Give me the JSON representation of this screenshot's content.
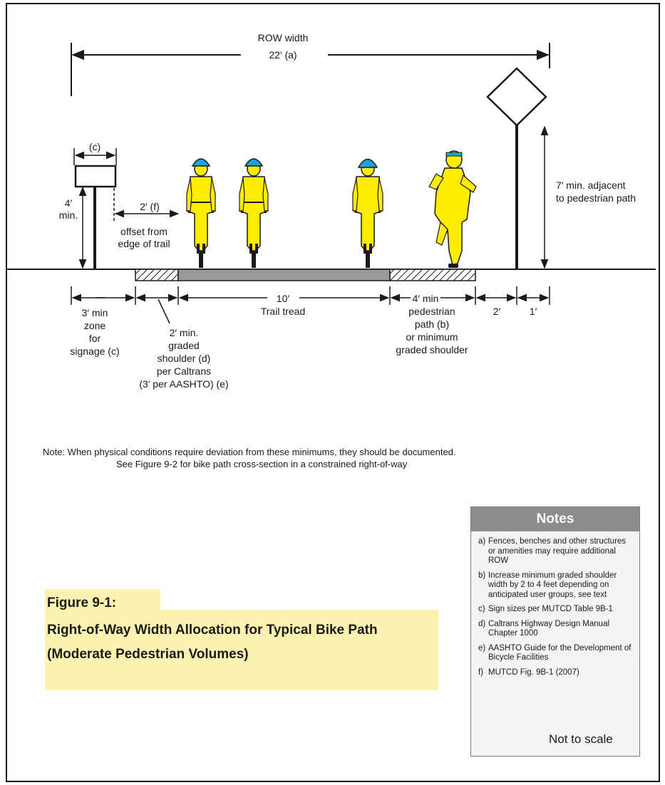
{
  "diagram": {
    "row_width_label": "ROW width",
    "row_width_value": "22′ (a)",
    "sign_width_label": "(c)",
    "sign_height": [
      "4′",
      "min."
    ],
    "offset_value": "2′ (f)",
    "offset_desc": [
      "offset from",
      "edge of trail"
    ],
    "post_height": [
      "7′ min. adjacent",
      "to pedestrian path"
    ],
    "dim_signage": "3′ min",
    "dim_signage_desc": [
      "zone",
      "for",
      "signage (c)"
    ],
    "dim_shoulder": [
      "2′ min.",
      "graded",
      "shoulder (d)",
      "per Caltrans",
      "(3′ per AASHTO) (e)"
    ],
    "dim_tread_value": "10′",
    "dim_tread_label": "Trail tread",
    "dim_ped_value": "4′ min",
    "dim_ped_desc": [
      "pedestrian",
      "path (b)",
      "or minimum",
      "graded shoulder"
    ],
    "dim_2ft": "2′",
    "dim_1ft": "1′"
  },
  "note": {
    "line1": "Note: When physical conditions require deviation from these minimums, they should be documented.",
    "line2": "See Figure 9-2 for bike path cross-section in a constrained right-of-way"
  },
  "notes_box": {
    "title": "Notes",
    "items": [
      {
        "marker": "a)",
        "text": "Fences, benches and other structures or amenities may require additional ROW"
      },
      {
        "marker": "b)",
        "text": "Increase minimum graded shoulder width by 2 to 4 feet depending on anticipated user groups, see text"
      },
      {
        "marker": "c)",
        "text": "Sign sizes per MUTCD Table 9B-1"
      },
      {
        "marker": "d)",
        "text": "Caltrans Highway Design Manual Chapter 1000"
      },
      {
        "marker": "e)",
        "text": "AASHTO Guide for the Development of Bicycle Facilities"
      },
      {
        "marker": "f)",
        "text": "MUTCD Fig. 9B-1 (2007)"
      }
    ]
  },
  "figure": {
    "number": "Figure 9-1:",
    "title_line1": "Right-of-Way Width Allocation for Typical Bike Path",
    "title_line2": "(Moderate Pedestrian Volumes)"
  },
  "scale_note": "Not to scale",
  "colors": {
    "rider_yellow": "#ffec00",
    "helmet_blue": "#1fa3dd",
    "trail_gray": "#9a9a9a",
    "figure_highlight": "#fdf3b0",
    "notes_header": "#8c8c8c"
  }
}
